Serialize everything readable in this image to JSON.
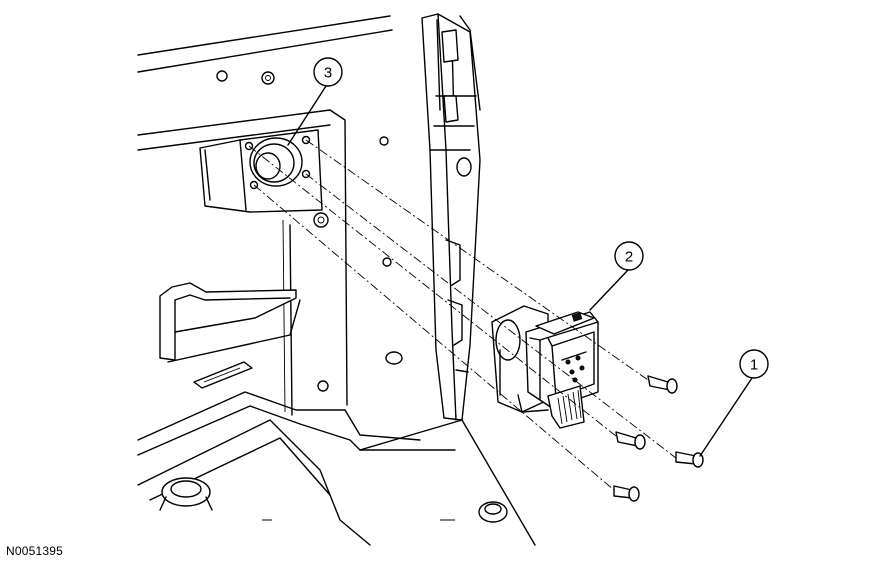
{
  "figure_id": "N0051395",
  "callouts": [
    {
      "label": "1"
    },
    {
      "label": "2"
    },
    {
      "label": "3"
    }
  ]
}
